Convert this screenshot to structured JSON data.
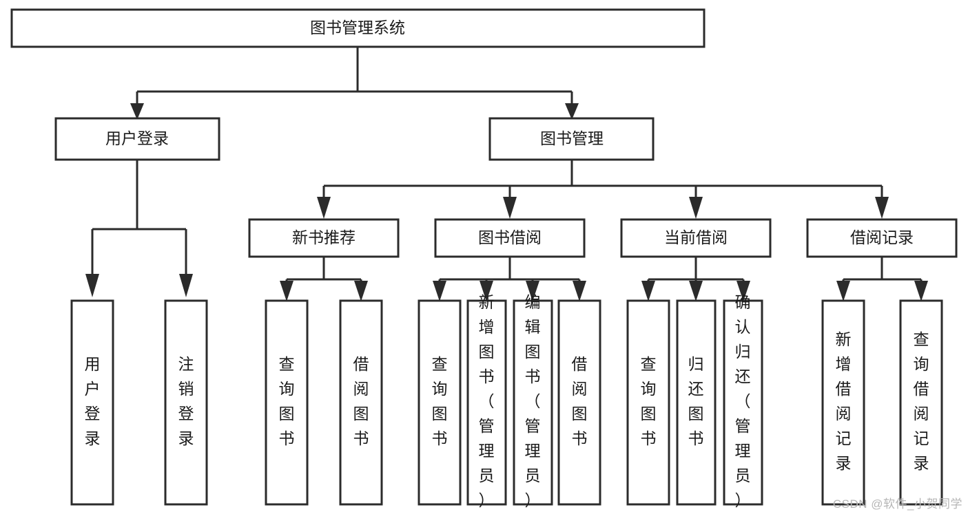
{
  "diagram": {
    "type": "tree",
    "title": "图书管理系统",
    "watermark": "CSDN @软件_小贺同学",
    "colors": {
      "box_stroke": "#2b2b2b",
      "box_fill": "#ffffff",
      "text": "#1a1a1a",
      "connector": "#2b2b2b",
      "watermark": "#b6b6b6",
      "background": "#ffffff"
    },
    "levels": {
      "root": {
        "label": "图书管理系统"
      },
      "level2": [
        {
          "id": "user-login",
          "label": "用户登录"
        },
        {
          "id": "book-management",
          "label": "图书管理"
        }
      ],
      "level3": [
        {
          "id": "new-book-recommend",
          "label": "新书推荐",
          "parent": "book-management"
        },
        {
          "id": "book-borrow",
          "label": "图书借阅",
          "parent": "book-management"
        },
        {
          "id": "current-borrow",
          "label": "当前借阅",
          "parent": "book-management"
        },
        {
          "id": "borrow-record",
          "label": "借阅记录",
          "parent": "book-management"
        }
      ],
      "leaves": [
        {
          "id": "leaf-user-login",
          "label": "用户登录",
          "parent": "user-login"
        },
        {
          "id": "leaf-logout-login",
          "label": "注销登录",
          "parent": "user-login"
        },
        {
          "id": "leaf-query-book-1",
          "label": "查询图书",
          "parent": "new-book-recommend"
        },
        {
          "id": "leaf-borrow-book-1",
          "label": "借阅图书",
          "parent": "new-book-recommend"
        },
        {
          "id": "leaf-query-book-2",
          "label": "查询图书",
          "parent": "book-borrow"
        },
        {
          "id": "leaf-add-book",
          "label": "新增图书（管理员）",
          "parent": "book-borrow"
        },
        {
          "id": "leaf-edit-book",
          "label": "编辑图书（管理员）",
          "parent": "book-borrow"
        },
        {
          "id": "leaf-borrow-book-2",
          "label": "借阅图书",
          "parent": "book-borrow"
        },
        {
          "id": "leaf-query-book-3",
          "label": "查询图书",
          "parent": "current-borrow"
        },
        {
          "id": "leaf-return-book",
          "label": "归还图书",
          "parent": "current-borrow"
        },
        {
          "id": "leaf-confirm-return",
          "label": "确认归还（管理员）",
          "parent": "current-borrow"
        },
        {
          "id": "leaf-add-record",
          "label": "新增借阅记录",
          "parent": "borrow-record"
        },
        {
          "id": "leaf-query-record",
          "label": "查询借阅记录",
          "parent": "borrow-record"
        }
      ]
    }
  }
}
